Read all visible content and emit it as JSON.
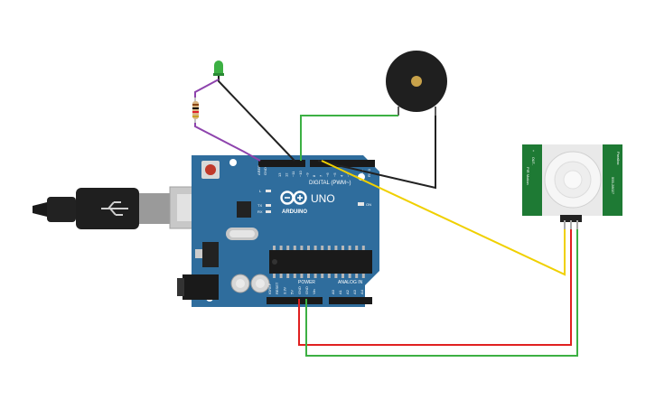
{
  "board": {
    "brand": "ARDUINO",
    "model": "UNO",
    "digital_label": "DIGITAL (PWM~)",
    "power_label": "POWER",
    "analog_label": "ANALOG IN",
    "on_label": "ON",
    "led_labels": [
      "L",
      "TX",
      "RX"
    ],
    "aref_label": "AREF",
    "gnd_label": "GND",
    "digital_pins": [
      "13",
      "12",
      "~11",
      "~10",
      "~9",
      "8",
      "7",
      "~6",
      "~5",
      "4",
      "~3",
      "2",
      "TX 1",
      "RX 0"
    ],
    "power_pins": [
      "IOREF",
      "RESET",
      "3.3V",
      "5V",
      "GND",
      "GND",
      "Vin"
    ],
    "analog_pins": [
      "A0",
      "A1",
      "A2",
      "A3",
      "A4",
      "A5"
    ]
  },
  "pir": {
    "left_text": "PIR Motion",
    "left_pins": [
      "+",
      "OUT",
      "-"
    ],
    "right_text": "Parallax",
    "right_text2": "555-28027",
    "right_pins": [
      "+",
      "OUT",
      "-"
    ]
  },
  "colors": {
    "board": "#2f6d9d",
    "board_dark": "#275d86",
    "wire_black": "#222222",
    "wire_red": "#e02020",
    "wire_green": "#3cb043",
    "wire_yellow": "#f0d000",
    "wire_purple": "#8e44ad",
    "led": "#3cb043",
    "pir_pcb": "#1e7a34"
  }
}
